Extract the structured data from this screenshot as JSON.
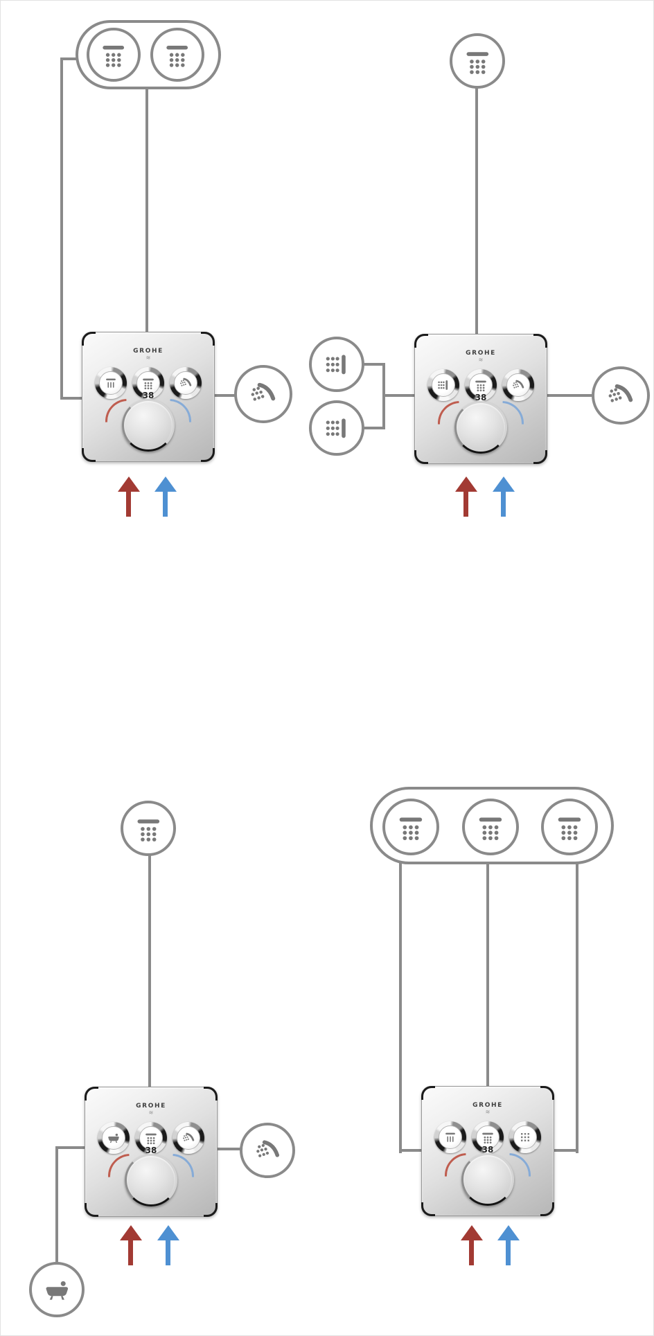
{
  "brand": {
    "name": "GROHE"
  },
  "valve": {
    "temperature": "38"
  },
  "colors": {
    "diagram_line": "#8a8a8a",
    "hot_red": "#a23a33",
    "cold_blue": "#4e90d2",
    "dial_hot_arc": "#bf5d4f",
    "dial_cold_arc": "#86abd7"
  },
  "legend": {
    "hot_arrow": "hot-water-supply",
    "cold_arrow": "cold-water-supply"
  },
  "diagrams": [
    {
      "name": "dual-head-shower",
      "outlets_top": [
        "head-shower-icon",
        "head-shower-icon"
      ],
      "outlet_right": "hand-shower-icon",
      "buttons": [
        "head-shower-spray-icon",
        "head-shower-icon",
        "hand-shower-icon"
      ]
    },
    {
      "name": "head-shower-with-body-sprays",
      "outlet_top": "head-shower-icon",
      "outlets_left": [
        "body-spray-icon",
        "body-spray-icon"
      ],
      "outlet_right": "hand-shower-icon",
      "buttons": [
        "body-spray-icon",
        "head-shower-icon",
        "hand-shower-icon"
      ]
    },
    {
      "name": "head-shower-with-bathtub",
      "outlet_top": "head-shower-icon",
      "outlet_left": "bathtub-icon",
      "outlet_right": "hand-shower-icon",
      "buttons": [
        "bathtub-icon",
        "head-shower-icon",
        "hand-shower-icon"
      ]
    },
    {
      "name": "triple-head-shower",
      "outlets_top": [
        "head-shower-icon",
        "head-shower-icon",
        "head-shower-icon"
      ],
      "buttons": [
        "head-shower-spray-icon",
        "head-shower-icon",
        "side-shower-icon"
      ]
    }
  ]
}
